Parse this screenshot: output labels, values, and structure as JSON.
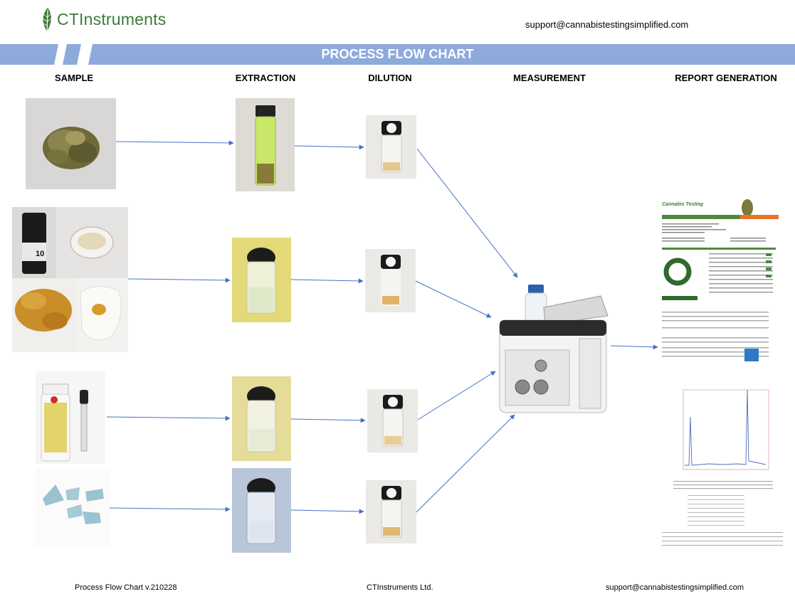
{
  "header": {
    "brand": "CTInstruments",
    "email": "support@cannabistestingsimplified.com"
  },
  "banner": {
    "title": "PROCESS FLOW CHART",
    "color": "#8eaadb"
  },
  "columns": [
    {
      "label": "SAMPLE"
    },
    {
      "label": "EXTRACTION"
    },
    {
      "label": "DILUTION"
    },
    {
      "label": "MEASUREMENT"
    },
    {
      "label": "REPORT GENERATION"
    }
  ],
  "footer": {
    "version": "Process Flow Chart v.210228",
    "company": "CTInstruments Ltd.",
    "email": "support@cannabistestingsimplified.com"
  },
  "colors": {
    "arrow": "#4472c4",
    "brand_green": "#3f7a3a"
  }
}
